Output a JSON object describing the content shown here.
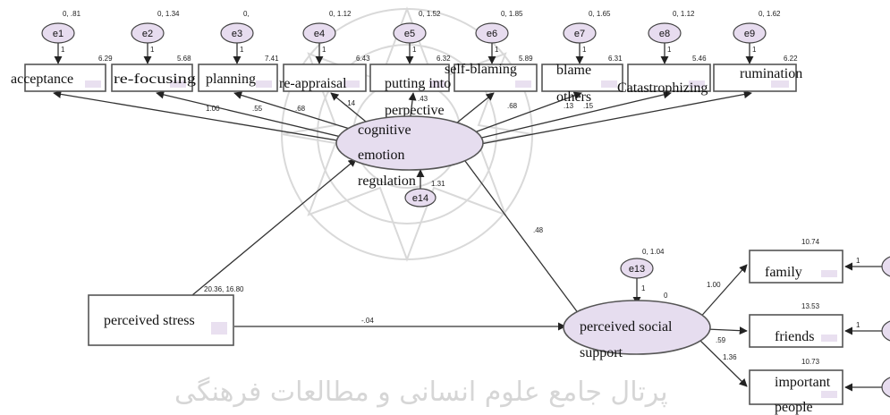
{
  "errors": [
    {
      "name": "e1",
      "label": "0, .81"
    },
    {
      "name": "e2",
      "label": "0, 1.34"
    },
    {
      "name": "e3",
      "label": "0,"
    },
    {
      "name": "e4",
      "label": "0, 1.12"
    },
    {
      "name": "e5",
      "label": "0, 1.52"
    },
    {
      "name": "e6",
      "label": "0, 1.85"
    },
    {
      "name": "e7",
      "label": "0, 1.65"
    },
    {
      "name": "e8",
      "label": "0, 1.12"
    },
    {
      "name": "e9",
      "label": "0, 1.62"
    }
  ],
  "indicators": [
    {
      "label": "acceptance",
      "intercept": "6.29"
    },
    {
      "label": "re-focusing",
      "intercept": "5.68"
    },
    {
      "label": "planning",
      "intercept": "7.41"
    },
    {
      "label": "re-appraisal",
      "intercept": "6.43"
    },
    {
      "label": "putting into",
      "label2": "perpective",
      "intercept": "6.32"
    },
    {
      "label": "self-blaming",
      "intercept": "5.89"
    },
    {
      "label": "blame",
      "label2": "others",
      "intercept": "6.31"
    },
    {
      "label": "Catastrophizing",
      "intercept": "5.46"
    },
    {
      "label": "rumination",
      "intercept": "6.22"
    }
  ],
  "loadings": [
    "1.00",
    ".55",
    ".68",
    ".14",
    ".43",
    ".68",
    ".13",
    ".15"
  ],
  "one": "1",
  "latent_cer": {
    "line1": "cognitive",
    "line2": "emotion",
    "line3": "regulation"
  },
  "e14": {
    "name": "e14",
    "label": "1.31"
  },
  "perceived_stress": {
    "label": "perceived stress",
    "values": "20.36, 16.80"
  },
  "latent_pss": {
    "line1": "perceived social",
    "line2": "support"
  },
  "e13": {
    "name": "e13",
    "label": "0, 1.04",
    "zero": "0"
  },
  "paths": {
    "cer_to_pss": ".48",
    "stress_to_pss": "-.04"
  },
  "outcomes": [
    {
      "label": "family",
      "intercept": "10.74",
      "loading": "1.00"
    },
    {
      "label": "friends",
      "intercept": "13.53",
      "loading": ".59"
    },
    {
      "label": "important",
      "label2": "people",
      "intercept": "10.73",
      "loading": "1.36"
    }
  ],
  "watermark": "پرتال جامع علوم انسانی و مطالعات فرهنگی"
}
